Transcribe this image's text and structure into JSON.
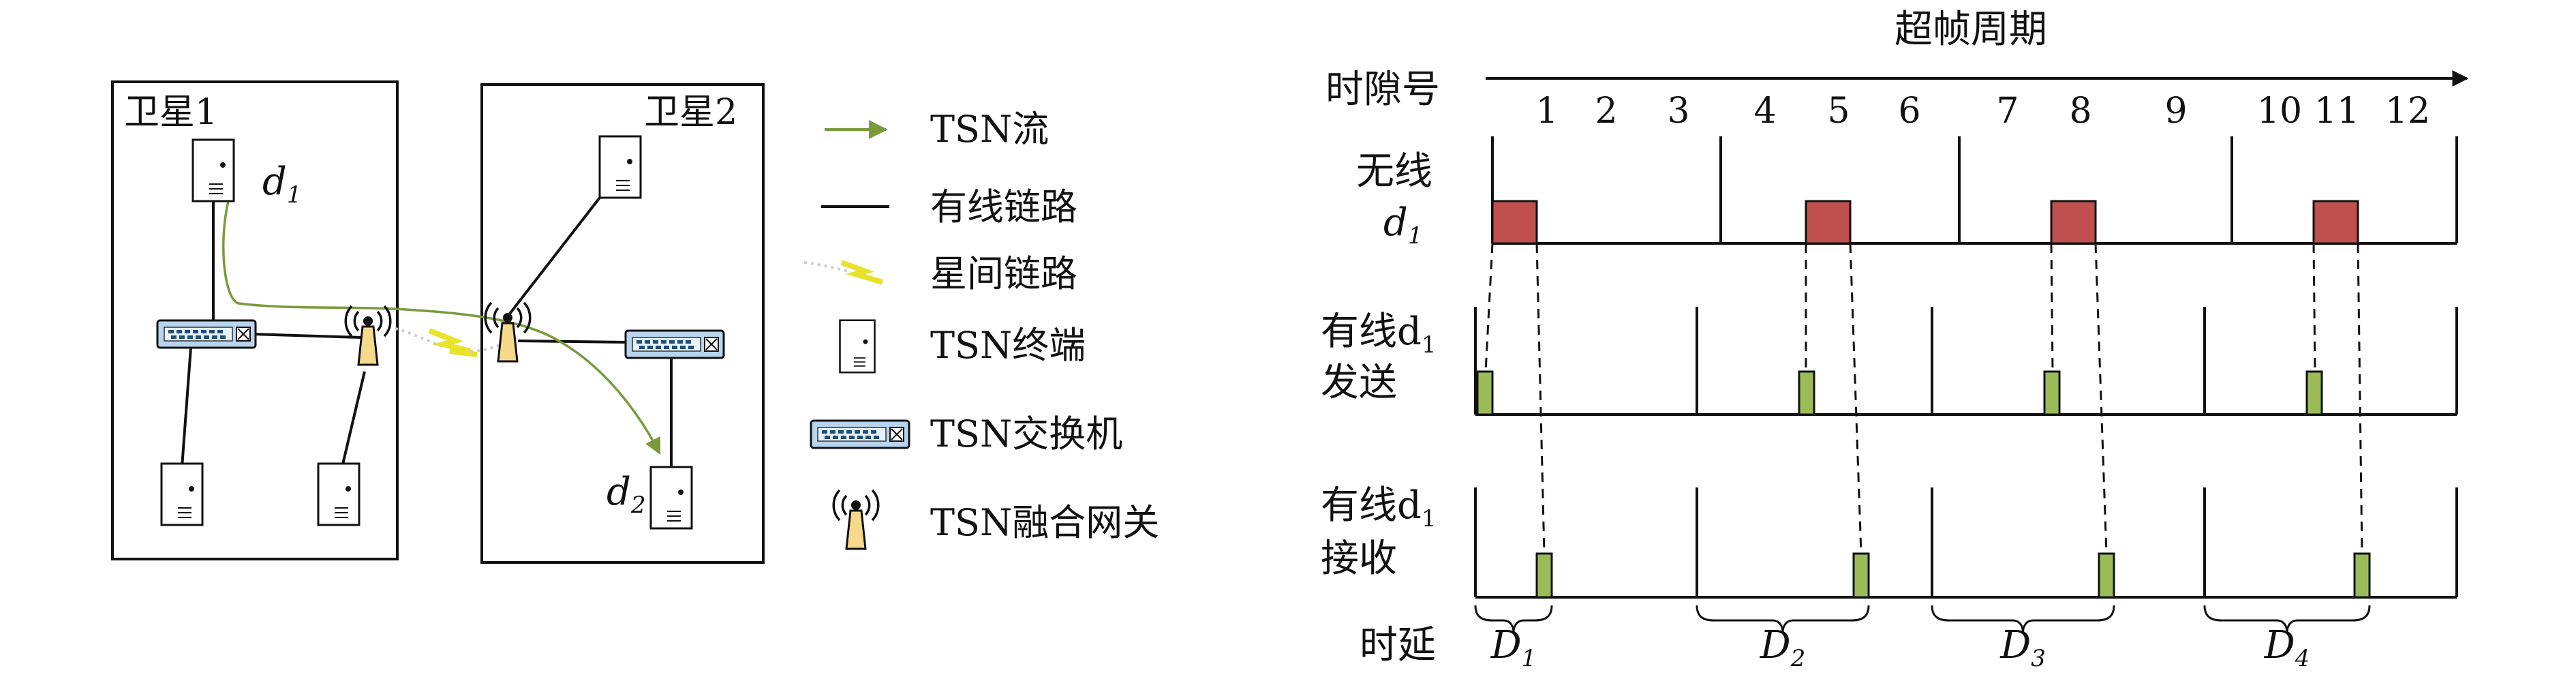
{
  "network": {
    "satellite1_label": "卫星1",
    "satellite2_label": "卫星2",
    "d1_label": "d",
    "d1_sub": "1",
    "d2_label": "d",
    "d2_sub": "2"
  },
  "legend": {
    "items": [
      {
        "icon": "tsn-flow-arrow-icon",
        "label": "TSN流"
      },
      {
        "icon": "wired-link-line-icon",
        "label": "有线链路"
      },
      {
        "icon": "inter-satellite-link-icon",
        "label": "星间链路"
      },
      {
        "icon": "tsn-terminal-icon",
        "label": "TSN终端"
      },
      {
        "icon": "tsn-switch-icon",
        "label": "TSN交换机"
      },
      {
        "icon": "tsn-gateway-icon",
        "label": "TSN融合网关"
      }
    ]
  },
  "timing": {
    "title": "超帧周期",
    "slot_axis_label": "时隙号",
    "slots": [
      "1",
      "2",
      "3",
      "4",
      "5",
      "6",
      "7",
      "8",
      "9",
      "10",
      "11",
      "12"
    ],
    "rows": [
      {
        "label_line1": "无线",
        "label_line2": "d",
        "label_sub": "1"
      },
      {
        "label_line1": "有线d",
        "label_sub": "1",
        "label_line2": "发送"
      },
      {
        "label_line1": "有线d",
        "label_sub": "1",
        "label_line2": "接收"
      }
    ],
    "delay_label": "时延",
    "delays": [
      {
        "label": "D",
        "sub": "1"
      },
      {
        "label": "D",
        "sub": "2"
      },
      {
        "label": "D",
        "sub": "3"
      },
      {
        "label": "D",
        "sub": "4"
      }
    ]
  },
  "colors": {
    "wireless_slot": "#c0504d",
    "wired_slot": "#9bbb59",
    "flow_arrow": "#7a9a3c",
    "switch_fill": "#b8d4ee",
    "gateway_fill": "#f6d98a"
  }
}
